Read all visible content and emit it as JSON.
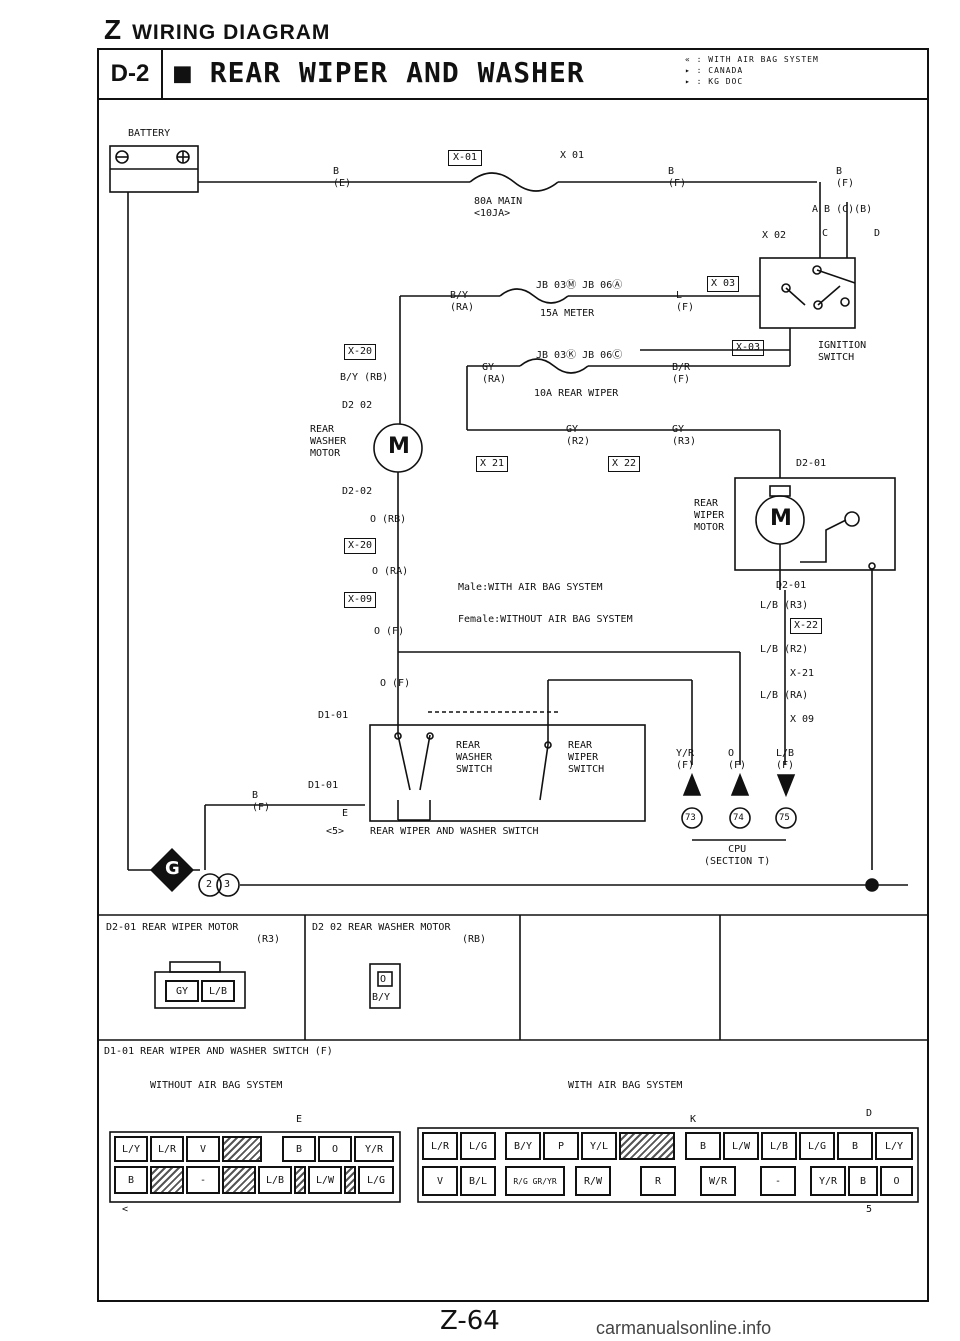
{
  "header": {
    "section_letter": "Z",
    "section_title": "WIRING DIAGRAM",
    "code": "D-2",
    "title": "REAR WIPER AND WASHER",
    "note_1": "« : WITH AIR BAG SYSTEM",
    "note_2": "▸ : CANADA",
    "note_3": "▸ : KG DOC"
  },
  "diagram": {
    "battery": "BATTERY",
    "wire_b_e": [
      "B",
      "(E)"
    ],
    "conn_x01a": "X-01",
    "conn_x01b": "X 01",
    "fuse_main": [
      "80A MAIN",
      "<10JA>"
    ],
    "wire_b_f": [
      "B",
      "(F)"
    ],
    "wire_b_f2": [
      "B",
      "(F)"
    ],
    "ab_label": "A B (C)(B)",
    "x02_label": "X 02",
    "c_label": "C",
    "d_label": "D",
    "jb_meter": "JB 03Ⓜ  JB 06Ⓐ",
    "fuse_meter": "15A METER",
    "wire_by_ra": [
      "B/Y",
      "(RA)"
    ],
    "wire_l_f": [
      "L",
      "(F)"
    ],
    "x03_label": "X 03",
    "ign_switch": [
      "IGNITION",
      "SWITCH"
    ],
    "x20_label": "X-20",
    "wire_by_rb": "B/Y (RB)",
    "jb_wiper": "JB 03Ⓚ  JB 06Ⓒ",
    "fuse_wiper": "10A REAR WIPER",
    "wire_gy_ra": [
      "GY",
      "(RA)"
    ],
    "wire_br_f": [
      "B/R",
      "(F)"
    ],
    "x03b_label": "X-03",
    "d2_02a": "D2 02",
    "washer_motor": [
      "REAR",
      "WASHER",
      "MOTOR"
    ],
    "motor_m": "M",
    "wire_gy_r2": [
      "GY",
      "(R2)"
    ],
    "wire_gy_r3": [
      "GY",
      "(R3)"
    ],
    "x21_label": "X 21",
    "x22_label": "X 22",
    "d2_01a": "D2-01",
    "d2_02b": "D2-02",
    "wire_o_rb": "O (RB)",
    "wiper_motor": [
      "REAR",
      "WIPER",
      "MOTOR"
    ],
    "x20b_label": "X-20",
    "wire_o_ra": "O (RA)",
    "x09_label": "X-09",
    "male_note": "Male:WITH AIR BAG SYSTEM",
    "female_note": "Female:WITHOUT AIR BAG SYSTEM",
    "d2_01b": "D2-01",
    "wire_lb_r3": "L/B (R3)",
    "x22b_label": "X-22",
    "wire_lb_r2": "L/B (R2)",
    "x21b_label": "X-21",
    "wire_lb_ra": "L/B (RA)",
    "x09b_label": "X 09",
    "wire_o_f": "O (F)",
    "wire_o_f2": "O (F)",
    "d1_01a": "D1-01",
    "washer_switch": [
      "REAR",
      "WASHER",
      "SWITCH"
    ],
    "wiper_switch": [
      "REAR",
      "WIPER",
      "SWITCH"
    ],
    "d1_01b": "D1-01",
    "wire_b_f3": [
      "B",
      "(F)"
    ],
    "e_label": "E",
    "note5_mark": "<5>",
    "switch_title": "REAR WIPER AND WASHER SWITCH",
    "wire_yr_f": [
      "Y/R",
      "(F)"
    ],
    "wire_o_f3": [
      "O",
      "(F)"
    ],
    "wire_lb_f": [
      "L/B",
      "(F)"
    ],
    "pin_73": "73",
    "pin_74": "74",
    "pin_75": "75",
    "cpu": [
      "CPU",
      "(SECTION T)"
    ],
    "ground_g": "G",
    "ground_2": "2",
    "ground_3": "3"
  },
  "connectors": {
    "d2_01_title": [
      "D2-01 REAR WIPER MOTOR",
      "(R3)"
    ],
    "d2_01_pins": [
      "GY",
      "L/B"
    ],
    "d2_02_title": [
      "D2 02 REAR WASHER MOTOR",
      "(RB)"
    ],
    "d2_02_pins": [
      "O",
      "B/Y"
    ],
    "d1_01_title": "D1-01 REAR WIPER AND WASHER SWITCH (F)",
    "without_ab": "WITHOUT AIR BAG SYSTEM",
    "with_ab": "WITH AIR BAG SYSTEM",
    "left_top_e": "E",
    "left_row1": [
      "L/Y",
      "L/R",
      "V",
      "",
      "B",
      "O",
      "Y/R"
    ],
    "left_row2": [
      "B",
      "",
      "-",
      "",
      "L/B",
      "",
      "L/W",
      "",
      "L/G"
    ],
    "left_arrow": "<",
    "right_top_k": "K",
    "right_top_d": "D",
    "right_row1": [
      "L/R",
      "L/G",
      "B/Y",
      "P",
      "Y/L",
      "",
      "B",
      "L/W",
      "L/B",
      "L/G",
      "B",
      "L/Y"
    ],
    "right_row2": [
      "V",
      "B/L",
      "R/G GR/YR",
      "R/W",
      "R",
      "W/R",
      "-",
      "Y/R",
      "B",
      "O"
    ],
    "right_arrow": "5"
  },
  "footer": {
    "page": "Z-64",
    "watermark": "carmanualsonline.info"
  }
}
